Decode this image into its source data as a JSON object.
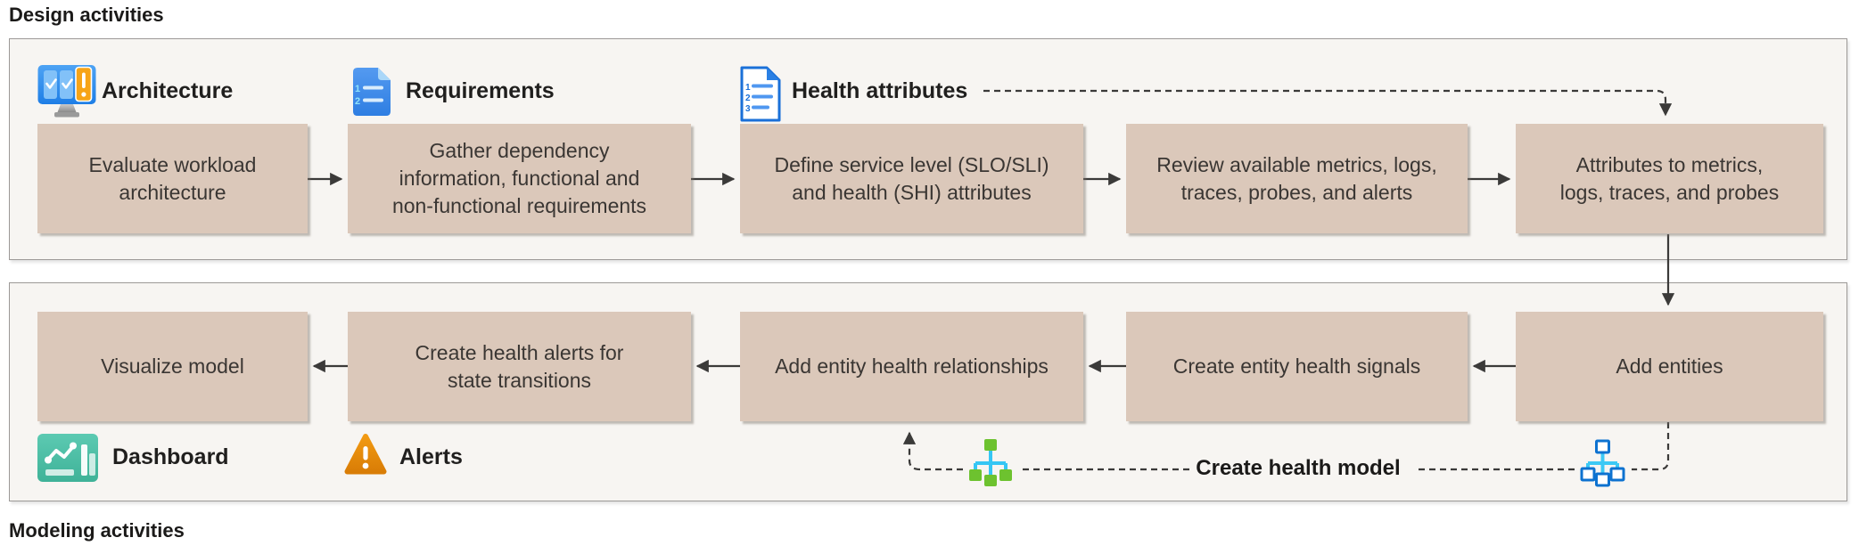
{
  "colors": {
    "box_fill": "#dbc8ba",
    "container_fill": "#f7f5f2",
    "container_border": "#9c9997",
    "connector_line": "#3b3a39",
    "title_text": "#1b1a19",
    "box_text": "#3a3633",
    "accent_blue": "#2b88e8",
    "accent_teal": "#4ec0a8",
    "accent_orange": "#e8860d",
    "accent_green": "#6dc22f",
    "accent_cyan": "#35c6f4"
  },
  "design_section": {
    "title": "Design activities",
    "headers": [
      {
        "label": "Architecture",
        "icon": "architecture-monitor-icon"
      },
      {
        "label": "Requirements",
        "icon": "requirements-document-icon"
      },
      {
        "label": "Health attributes",
        "icon": "health-attributes-checklist-icon"
      }
    ],
    "boxes": [
      {
        "text": "Evaluate workload\narchitecture"
      },
      {
        "text": "Gather dependency\ninformation, functional and\nnon-functional requirements"
      },
      {
        "text": "Define service level (SLO/SLI)\nand health (SHI) attributes"
      },
      {
        "text": "Review available metrics, logs,\ntraces, probes, and alerts"
      },
      {
        "text": "Attributes to metrics,\nlogs, traces, and probes"
      }
    ]
  },
  "modeling_section": {
    "title": "Modeling activities",
    "boxes": [
      {
        "text": "Visualize model"
      },
      {
        "text": "Create health alerts for\nstate transitions"
      },
      {
        "text": "Add entity health relationships"
      },
      {
        "text": "Create entity health signals"
      },
      {
        "text": "Add entities"
      }
    ],
    "footers": [
      {
        "label": "Dashboard",
        "icon": "dashboard-icon"
      },
      {
        "label": "Alerts",
        "icon": "alerts-warning-icon"
      }
    ],
    "flow_label": "Create health model",
    "flow_icons": [
      "hierarchy-green-icon",
      "hierarchy-blue-icon"
    ]
  }
}
